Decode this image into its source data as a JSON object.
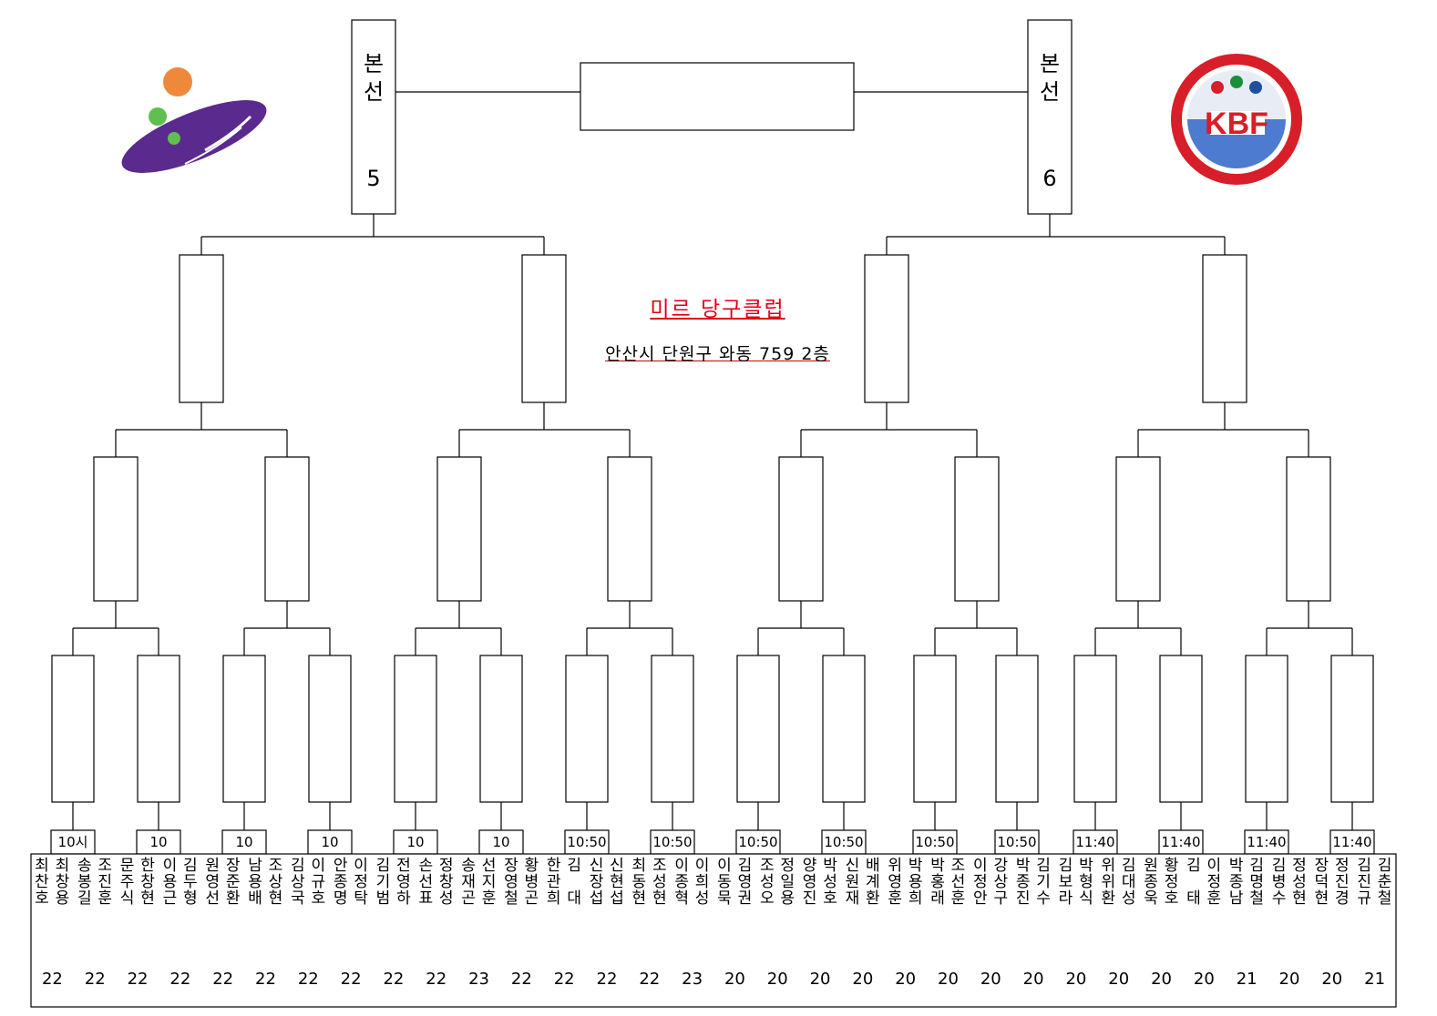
{
  "finalists": {
    "left": {
      "label_chars": [
        "본",
        "선"
      ],
      "number": "5"
    },
    "right": {
      "label_chars": [
        "본",
        "선"
      ],
      "number": "6"
    }
  },
  "club": {
    "name": "미르 당구클럽",
    "address": "안산시 단원구 와동 759 2층"
  },
  "logos": {
    "left": {
      "icon": "swoosh-logo",
      "colors": [
        "#f0883c",
        "#5fbf50",
        "#5a2a8e"
      ]
    },
    "right": {
      "icon": "kbf-emblem",
      "text": "KBF",
      "colors": [
        "#d81e28",
        "#1e4fa0",
        "#1a8f3a"
      ]
    }
  },
  "time_slots": [
    "10시",
    "10",
    "10",
    "10",
    "10",
    "10",
    "10:50",
    "10:50",
    "10:50",
    "10:50",
    "10:50",
    "10:50",
    "11:40",
    "11:40",
    "11:40",
    "11:40"
  ],
  "players": [
    {
      "name": "최찬호",
      "handicap": ""
    },
    {
      "name": "최창용",
      "handicap": "22"
    },
    {
      "name": "송봉길",
      "handicap": ""
    },
    {
      "name": "조진훈",
      "handicap": "22"
    },
    {
      "name": "문주식",
      "handicap": ""
    },
    {
      "name": "한창현",
      "handicap": "22"
    },
    {
      "name": "이용근",
      "handicap": ""
    },
    {
      "name": "김두형",
      "handicap": "22"
    },
    {
      "name": "원영선",
      "handicap": ""
    },
    {
      "name": "장준환",
      "handicap": "22"
    },
    {
      "name": "남용배",
      "handicap": ""
    },
    {
      "name": "조상현",
      "handicap": "22"
    },
    {
      "name": "김상국",
      "handicap": ""
    },
    {
      "name": "이규호",
      "handicap": "22"
    },
    {
      "name": "안종명",
      "handicap": ""
    },
    {
      "name": "이정탁",
      "handicap": "22"
    },
    {
      "name": "김기범",
      "handicap": ""
    },
    {
      "name": "전영하",
      "handicap": "22"
    },
    {
      "name": "손선표",
      "handicap": ""
    },
    {
      "name": "정창성",
      "handicap": "22"
    },
    {
      "name": "송재곤",
      "handicap": ""
    },
    {
      "name": "선지훈",
      "handicap": "23"
    },
    {
      "name": "장영철",
      "handicap": ""
    },
    {
      "name": "황병곤",
      "handicap": "22"
    },
    {
      "name": "한관희",
      "handicap": ""
    },
    {
      "name": "김 대",
      "handicap": "22"
    },
    {
      "name": "신장섭",
      "handicap": ""
    },
    {
      "name": "신현섭",
      "handicap": "22"
    },
    {
      "name": "최동현",
      "handicap": ""
    },
    {
      "name": "조성현",
      "handicap": "22"
    },
    {
      "name": "이종혁",
      "handicap": ""
    },
    {
      "name": "이희성",
      "handicap": "23"
    },
    {
      "name": "이동묵",
      "handicap": ""
    },
    {
      "name": "김영권",
      "handicap": "20"
    },
    {
      "name": "조성오",
      "handicap": ""
    },
    {
      "name": "정일용",
      "handicap": "20"
    },
    {
      "name": "양영진",
      "handicap": ""
    },
    {
      "name": "박성호",
      "handicap": "20"
    },
    {
      "name": "신원재",
      "handicap": ""
    },
    {
      "name": "배계환",
      "handicap": "20"
    },
    {
      "name": "위영훈",
      "handicap": ""
    },
    {
      "name": "박용희",
      "handicap": "20"
    },
    {
      "name": "박홍래",
      "handicap": ""
    },
    {
      "name": "조선훈",
      "handicap": "20"
    },
    {
      "name": "이정안",
      "handicap": ""
    },
    {
      "name": "강상구",
      "handicap": "20"
    },
    {
      "name": "박종진",
      "handicap": ""
    },
    {
      "name": "김기수",
      "handicap": "20"
    },
    {
      "name": "김보라",
      "handicap": ""
    },
    {
      "name": "박형식",
      "handicap": "20"
    },
    {
      "name": "위위환",
      "handicap": ""
    },
    {
      "name": "김대성",
      "handicap": "20"
    },
    {
      "name": "원종욱",
      "handicap": ""
    },
    {
      "name": "황정호",
      "handicap": "20"
    },
    {
      "name": "김 태",
      "handicap": ""
    },
    {
      "name": "이정훈",
      "handicap": "20"
    },
    {
      "name": "박종남",
      "handicap": ""
    },
    {
      "name": "김명철",
      "handicap": "21"
    },
    {
      "name": "김병수",
      "handicap": ""
    },
    {
      "name": "정성현",
      "handicap": "20"
    },
    {
      "name": "장덕현",
      "handicap": ""
    },
    {
      "name": "정진경",
      "handicap": "20"
    },
    {
      "name": "김진규",
      "handicap": ""
    },
    {
      "name": "김춘철",
      "handicap": "21"
    }
  ]
}
